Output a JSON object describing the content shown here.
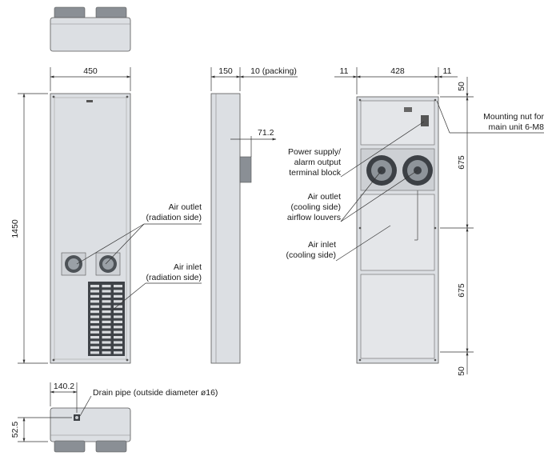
{
  "dimensions": {
    "width": "450",
    "depth": "150",
    "packing": "10 (packing)",
    "height": "1450",
    "protrusion": "71.2",
    "rear_side_margin_left": "11",
    "rear_inner_width": "428",
    "rear_side_margin_right": "11",
    "rear_top": "50",
    "rear_upper": "675",
    "rear_lower": "675",
    "rear_bottom": "50",
    "drain_offset": "140.2",
    "drain_height": "52.5"
  },
  "labels": {
    "air_outlet_radiation": [
      "Air outlet",
      "(radiation side)"
    ],
    "air_inlet_radiation": [
      "Air inlet",
      "(radiation side)"
    ],
    "mounting_nut": [
      "Mounting nut for",
      "main unit 6-M8"
    ],
    "power_supply": [
      "Power supply/",
      "alarm output",
      "terminal block"
    ],
    "air_outlet_cooling": [
      "Air outlet",
      "(cooling side)",
      "airflow louvers"
    ],
    "air_inlet_cooling": [
      "Air inlet",
      "(cooling side)"
    ],
    "drain_pipe": "Drain pipe (outside diameter ø16)"
  }
}
